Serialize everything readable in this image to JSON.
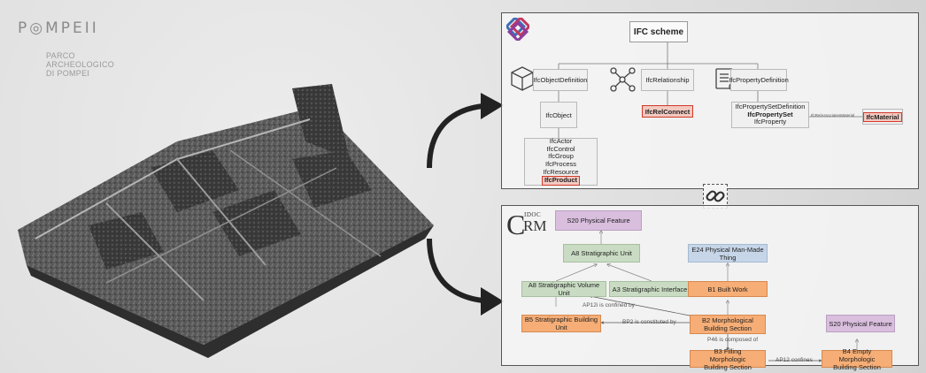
{
  "logo": {
    "word": "P◎MPEII",
    "subtitle": [
      "PARCO",
      "ARCHEOLOGICO",
      "DI POMPEI"
    ]
  },
  "ifc": {
    "title": "IFC scheme",
    "object_definition": "IfcObjectDefinition",
    "relationship": "IfcRelationship",
    "property_definition": "IfcPropertyDefinition",
    "object": "IfcObject",
    "rel_connect": "IfcRelConnect",
    "property_set_definition": "IfcPropertySetDefinition",
    "property_set": "IfcPropertySet",
    "property": "IfcProperty",
    "material_rel_label": "IfcRelAssociatesMaterial",
    "material": "IfcMaterial",
    "object_subtypes": [
      "IfcActor",
      "IfcControl",
      "IfcGroup",
      "IfcProcess",
      "IfcResource"
    ],
    "product": "IfcProduct"
  },
  "crm": {
    "logo_c": "C",
    "logo_idoc": "IDOC",
    "logo_rm": "RM",
    "s20_top": "S20 Physical Feature",
    "a8_unit": "A8 Stratigraphic Unit",
    "e24": "E24 Physical Man-Made Thing",
    "a8_volume": "A8 Stratigraphic Volume Unit",
    "a3_interface": "A3 Stratigraphic Interface",
    "b1": "B1 Built Work",
    "ap12i": "AP12i is confined by",
    "b5": "B5 Stratigraphic Building Unit",
    "bp2": "BP2 is constituted by",
    "b2": "B2 Morphological Building Section",
    "s20_bottom": "S20 Physical Feature",
    "p46": "P46 is composed of",
    "b3": "B3 Filling Morphologic Building Section",
    "ap12": "AP12 confines",
    "b4": "B4 Empty Morphologic Building Section"
  },
  "colors": {
    "highlight_border": "#d13a2a",
    "crm_pink": "#d9bede",
    "crm_green": "#c9dcc3",
    "crm_blue": "#c6d6e8",
    "crm_orange": "#f6ae76"
  }
}
